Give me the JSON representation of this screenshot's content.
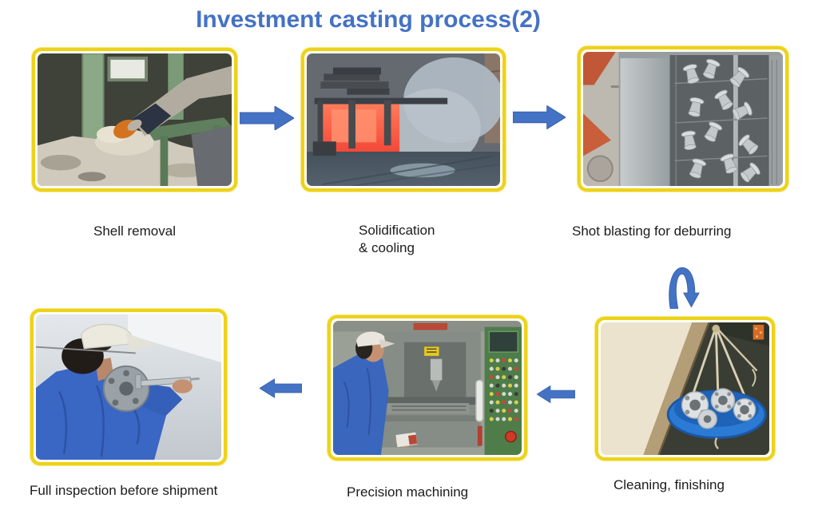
{
  "title": "Investment casting process(2)",
  "colors": {
    "accent": "#4472C4",
    "frame_yellow": "#EDD21B",
    "caption_text": "#1B1B1B"
  },
  "steps": {
    "shell_removal": {
      "caption": "Shell removal"
    },
    "solidification": {
      "caption": "Solidification\n& cooling"
    },
    "shot_blasting": {
      "caption": "Shot blasting for deburring"
    },
    "cleaning": {
      "caption": "Cleaning, finishing"
    },
    "precision_machining": {
      "caption": "Precision machining"
    },
    "inspection": {
      "caption": "Full inspection before shipment"
    }
  },
  "icons": {
    "flow_arrows": [
      "right-arrow-icon",
      "right-arrow-icon",
      "curved-down-arrow-icon",
      "left-arrow-icon",
      "left-arrow-icon"
    ]
  }
}
